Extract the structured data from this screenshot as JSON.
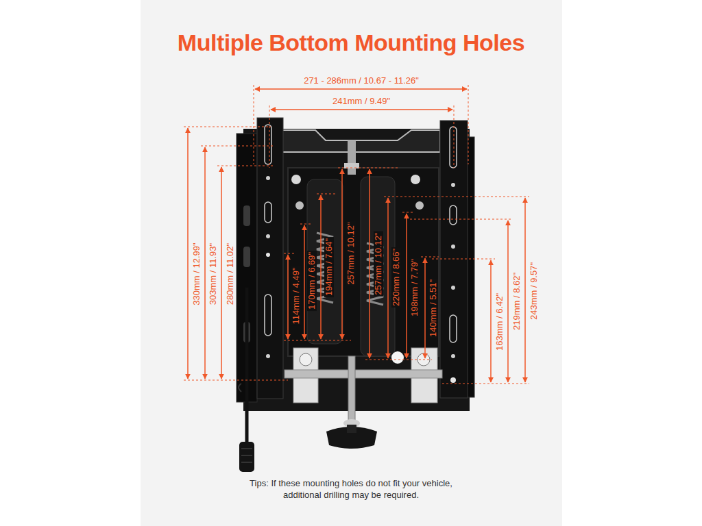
{
  "diagram": {
    "title": "Multiple Bottom Mounting Holes",
    "caption": "Tips: If these mounting holes do not fit your vehicle, additional drilling may be required.",
    "labels": [
      "271 - 286mm / 10.67 - 11.26\"",
      "241mm / 9.49\"",
      "330mm / 12.99\"",
      "303mm / 11.93\"",
      "280mm / 11.02\"",
      "114mm / 4.49\"",
      "170mm / 6.69\"",
      "194mm / 7.64\"",
      "257mm / 10.12\"",
      "257mm / 10.12\"",
      "220mm / 8.66\"",
      "198mm / 7.79\"",
      "140mm / 5.51\"",
      "163mm / 6.42\"",
      "219mm / 8.62\"",
      "243mm / 9.57\""
    ]
  }
}
